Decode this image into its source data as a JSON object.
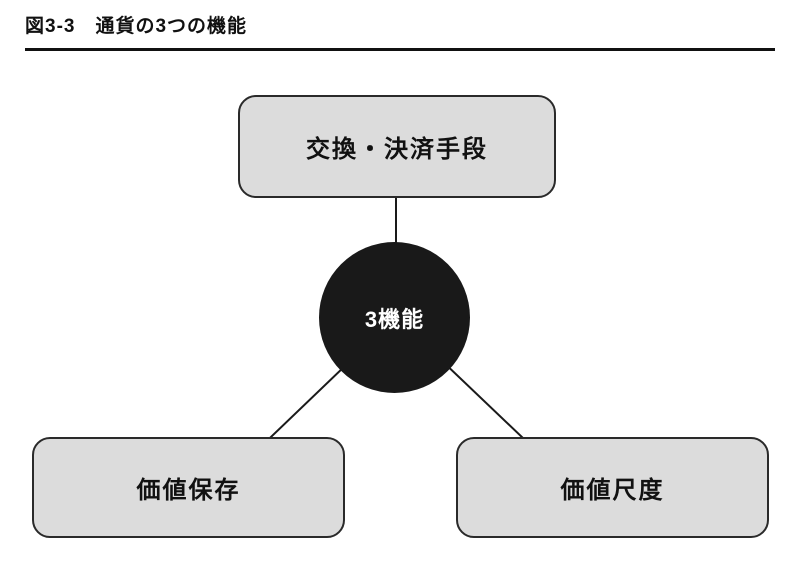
{
  "figure": {
    "title": "図3-3　通貨の3つの機能"
  },
  "diagram": {
    "center": {
      "label": "3機能"
    },
    "nodes": {
      "top": {
        "label": "交換・決済手段"
      },
      "bottom_left": {
        "label": "価値保存"
      },
      "bottom_right": {
        "label": "価値尺度"
      }
    },
    "colors": {
      "box_fill": "#dcdcdc",
      "box_border": "#2a2a2a",
      "circle_fill": "#191919",
      "circle_text": "#ffffff",
      "connector_line": "#1a1a1a",
      "title_text": "#111111",
      "title_rule": "#111111"
    }
  }
}
